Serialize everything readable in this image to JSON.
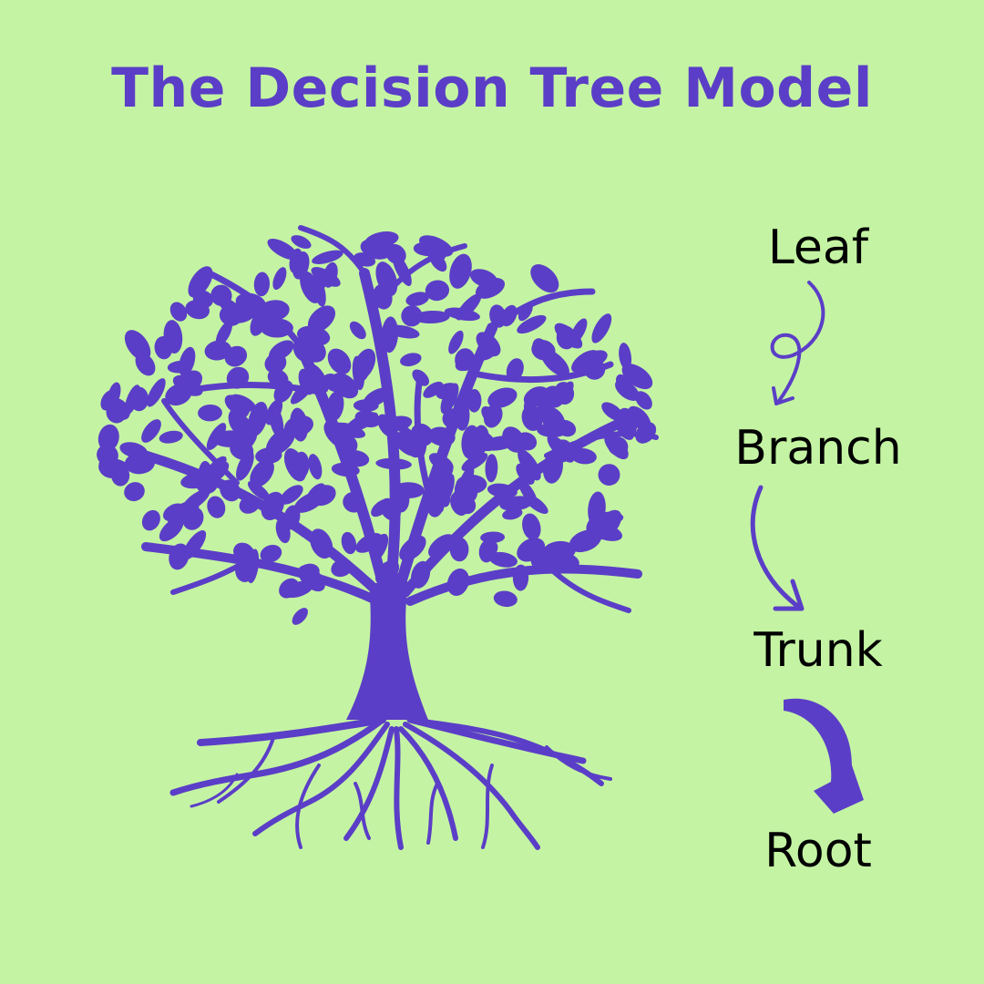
{
  "title": "The Decision Tree Model",
  "labels": {
    "leaf": "Leaf",
    "branch": "Branch",
    "trunk": "Trunk",
    "root": "Root"
  },
  "colors": {
    "background": "#c4f4a3",
    "accent": "#5b3ec7",
    "text": "#000000"
  }
}
